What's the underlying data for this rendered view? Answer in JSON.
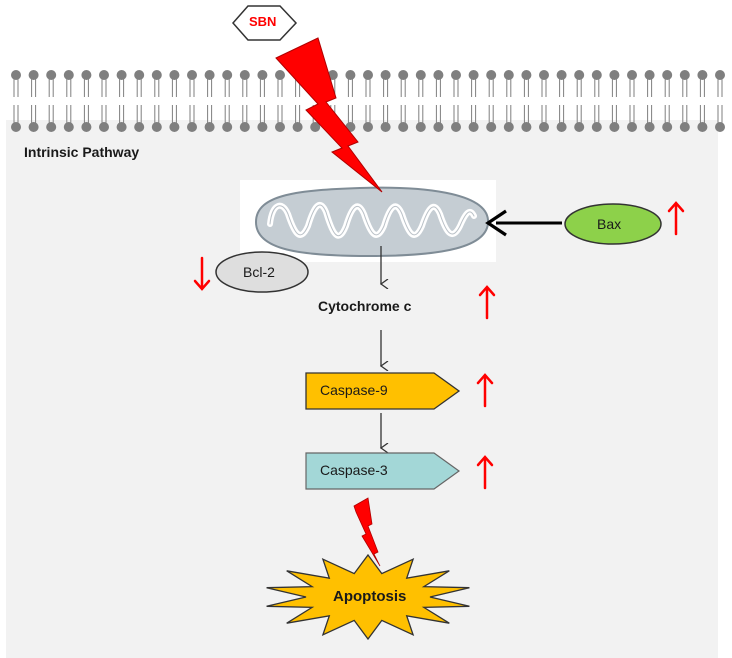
{
  "drug": {
    "label": "SBN",
    "color": "#ff0000"
  },
  "pathway": {
    "title": "Intrinsic Pathway"
  },
  "nodes": {
    "bax": {
      "label": "Bax",
      "trend": "up",
      "fill": "#8dd14a"
    },
    "bcl2": {
      "label": "Bcl-2",
      "trend": "down",
      "fill": "#dcdcdc"
    },
    "cytochrome": {
      "label": "Cytochrome c",
      "trend": "up"
    },
    "caspase9": {
      "label": "Caspase-9",
      "trend": "up",
      "fill": "#ffc000"
    },
    "caspase3": {
      "label": "Caspase-3",
      "trend": "up",
      "fill": "#9fd4d4"
    },
    "apoptosis": {
      "label": "Apoptosis",
      "fill": "#ffc000"
    }
  },
  "colors": {
    "cell_background": "#f2f2f2",
    "membrane": "#7f7f7f",
    "lightning": "#ff0000",
    "up_arrow": "#ff0000",
    "down_arrow": "#ff0000",
    "mitochondrion": "#bcc5cc"
  },
  "icons": [
    "hexagon-drug-icon",
    "lightning-bolt-icon",
    "mitochondrion-icon",
    "up-arrow-icon",
    "down-arrow-icon",
    "starburst-icon"
  ]
}
